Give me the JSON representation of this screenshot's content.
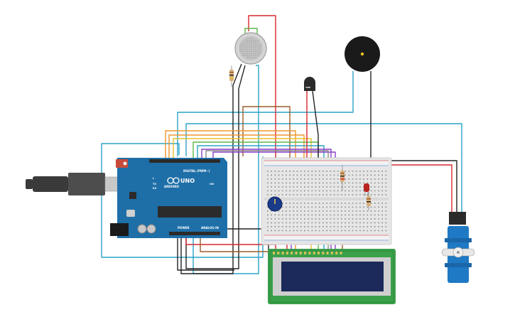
{
  "arduino": {
    "brand": "ARDUINO",
    "model": "UNO",
    "digital_label": "DIGITAL (PWM~)",
    "power_label": "POWER",
    "analog_label": "ANALOG IN",
    "tx_label": "TX",
    "rx_label": "RX",
    "l_label": "L",
    "on_label": "ON"
  },
  "sensor": {
    "label": "TMP"
  },
  "colors": {
    "board_blue": "#1e6fa8",
    "breadboard": "#e6e6e6",
    "lcd_green": "#3aa04a",
    "lcd_screen": "#1b2a5a",
    "servo_blue": "#1f79c4",
    "wire_red": "#d8262b",
    "wire_black": "#222222",
    "wire_cyan": "#2aa3c7",
    "wire_orange": "#f0962c",
    "wire_yellow": "#e8c22a",
    "wire_green": "#5db84a",
    "wire_purple": "#8b3ec6",
    "wire_brown": "#9b5b2a",
    "wire_grey": "#8a8a8a"
  }
}
